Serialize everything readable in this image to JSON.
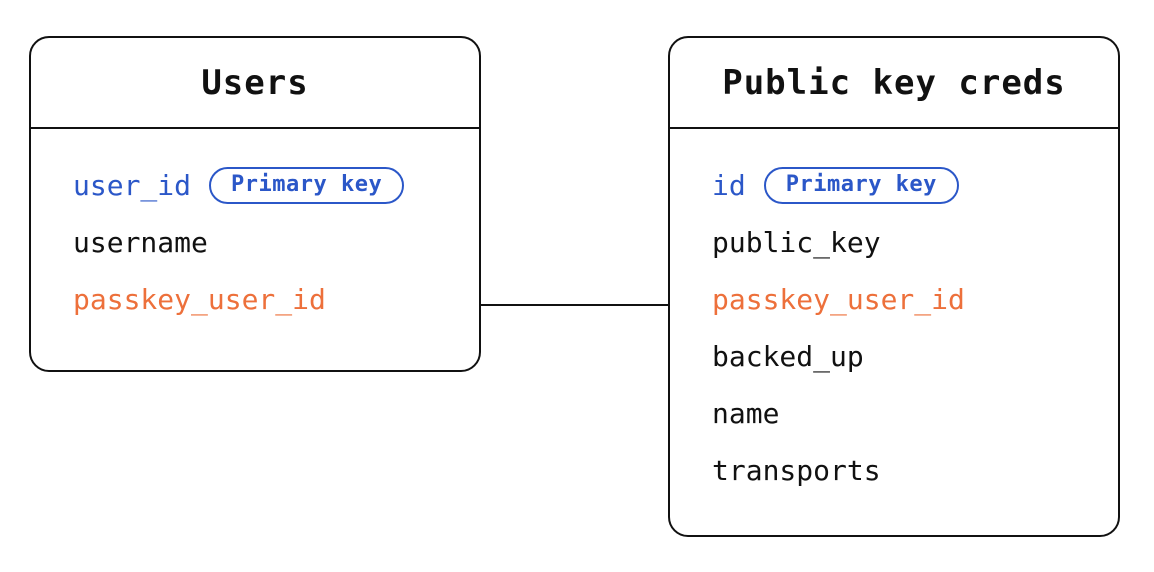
{
  "diagram": {
    "type": "entity-relationship",
    "colors": {
      "primary_key_blue": "#2b57c8",
      "foreign_key_orange": "#ed703b",
      "text_black": "#111111",
      "background": "#ffffff"
    },
    "relationship": {
      "from_table": "Users",
      "from_field": "passkey_user_id",
      "to_table": "Public key creds",
      "to_field": "passkey_user_id"
    },
    "tables": [
      {
        "title": "Users",
        "fields": [
          {
            "name": "user_id",
            "color": "blue",
            "badge": "Primary key"
          },
          {
            "name": "username",
            "color": "black",
            "badge": ""
          },
          {
            "name": "passkey_user_id",
            "color": "orange",
            "badge": ""
          }
        ]
      },
      {
        "title": "Public key creds",
        "fields": [
          {
            "name": "id",
            "color": "blue",
            "badge": "Primary key"
          },
          {
            "name": "public_key",
            "color": "black",
            "badge": ""
          },
          {
            "name": "passkey_user_id",
            "color": "orange",
            "badge": ""
          },
          {
            "name": "backed_up",
            "color": "black",
            "badge": ""
          },
          {
            "name": "name",
            "color": "black",
            "badge": ""
          },
          {
            "name": "transports",
            "color": "black",
            "badge": ""
          }
        ]
      }
    ]
  }
}
